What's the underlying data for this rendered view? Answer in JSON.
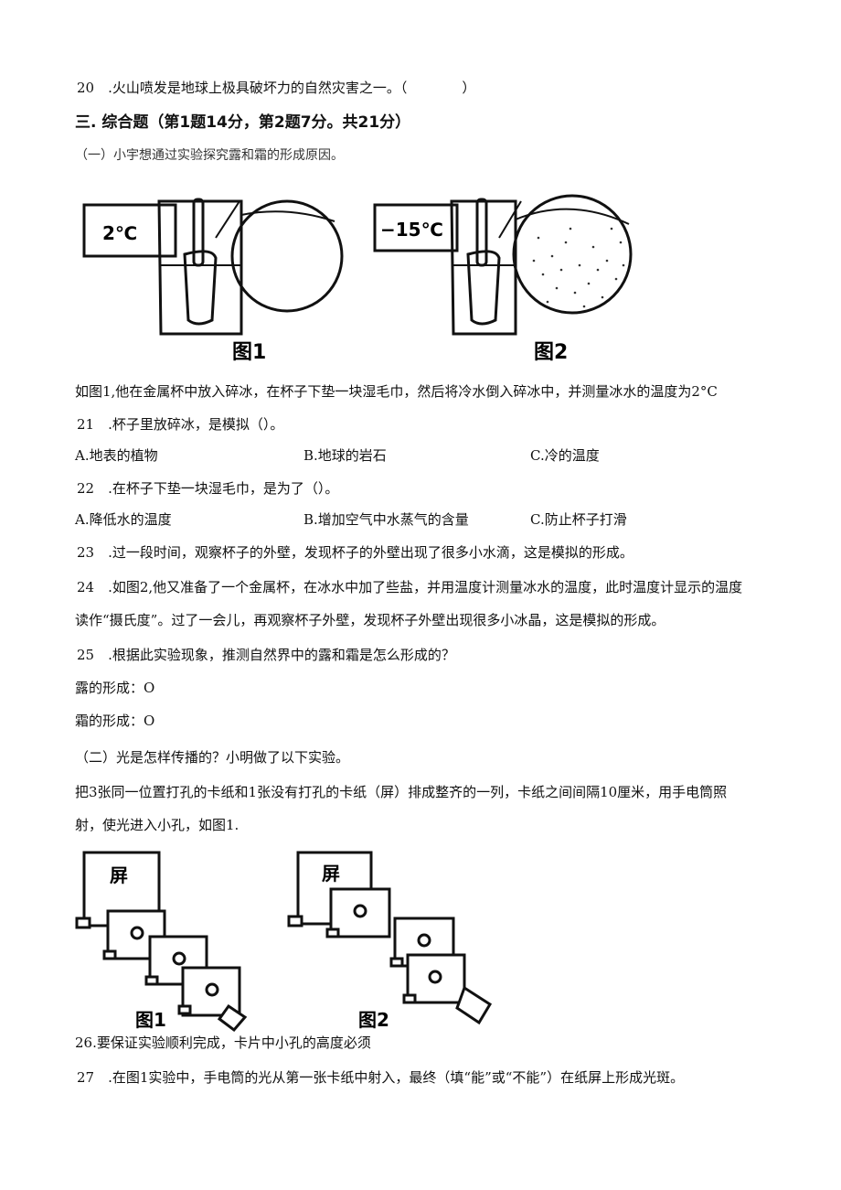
{
  "q20": "20　.火山喷发是地球上极具破坏力的自然灾害之一。（　　　　）",
  "section3_title": "三. 综合题（第1题14分，第2题7分。共21分）",
  "part1_intro": "（一）小宇想通过实验探究露和霜的形成原因。",
  "fig1": {
    "temp1": "2℃",
    "cap1": "图1",
    "temp2": "−15℃",
    "cap2": "图2"
  },
  "p_fig1": "如图1,他在金属杯中放入碎冰，在杯子下垫一块湿毛巾，然后将冷水倒入碎冰中，并测量冰水的温度为2°C",
  "q21": "21　.杯子里放碎冰，是模拟（）。",
  "q21_opts": [
    "A.地表的植物",
    "B.地球的岩石",
    "C.冷的温度"
  ],
  "q22": "22　.在杯子下垫一块湿毛巾，是为了（）。",
  "q22_opts": [
    "A.降低水的温度",
    "B.增加空气中水蒸气的含量",
    "C.防止杯子打滑"
  ],
  "q23": "23　.过一段时间，观察杯子的外壁，发现杯子的外壁出现了很多小水滴，这是模拟的形成。",
  "q24_l1": "24　.如图2,他又准备了一个金属杯，在冰水中加了些盐，并用温度计测量冰水的温度，此时温度计显示的温度",
  "q24_l2": "读作“摄氏度”。过了一会儿，再观察杯子外壁，发现杯子外壁出现很多小冰晶，这是模拟的形成。",
  "q25": "25　.根据此实验现象，推测自然界中的露和霜是怎么形成的？",
  "dew": "露的形成：O",
  "frost": "霜的形成：O",
  "part2_intro": "（二）光是怎样传播的？小明做了以下实验。",
  "part2_l1": "把3张同一位置打孔的卡纸和1张没有打孔的卡纸（屏）排成整齐的一列，卡纸之间间隔10厘米，用手电筒照",
  "part2_l2": "射，使光进入小孔，如图1.",
  "fig2": {
    "screen": "屏",
    "cap1": "图1",
    "cap2": "图2"
  },
  "q26": "26.要保证实验顺利完成，卡片中小孔的高度必须",
  "q27": "27　.在图1实验中，手电筒的光从第一张卡纸中射入，最终（填“能”或“不能”）在纸屏上形成光斑。"
}
